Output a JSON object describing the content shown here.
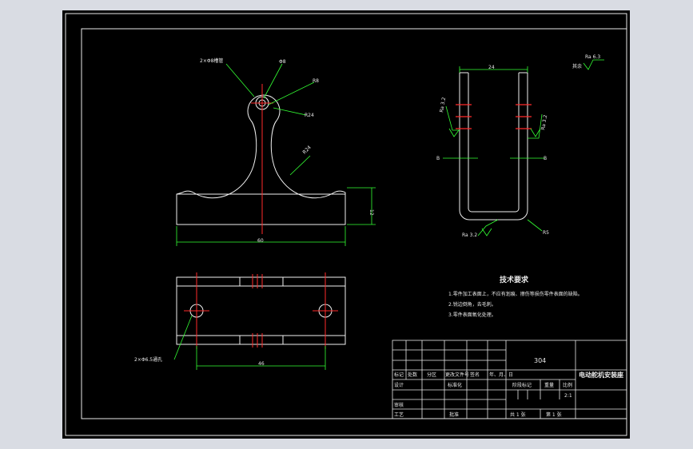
{
  "front_view": {
    "callout_slot": "2×Φ8槽管",
    "dim_hole": "Φ8",
    "dim_r_outer": "R8",
    "dim_r_circle": "R24",
    "dim_r_arc": "R24",
    "dim_width": "60",
    "dim_height": "12"
  },
  "side_view": {
    "dim_width": "24",
    "section_left": "B",
    "section_right": "B",
    "roughness_top": "Ra 3.2",
    "roughness_right": "Ra 3.2",
    "roughness_bottom": "Ra 3.2",
    "dim_bend_radius": "R5"
  },
  "top_view": {
    "callout_holes": "2×Φ6.5通孔",
    "dim_hole_spacing": "46"
  },
  "surface_note": {
    "label": "其余",
    "value": "Ra 6.3"
  },
  "tech_requirements": {
    "title": "技术要求",
    "items": [
      "1.零件加工表面上，不应有划痕、擦伤等损伤零件表面的缺陷。",
      "2.锐边倒角，去毛刺。",
      "3.零件表面氧化处理。"
    ]
  },
  "title_block": {
    "material": "304",
    "part_name": "电动舵机安装座",
    "headers": [
      "标记",
      "处数",
      "分区",
      "更改文件号",
      "签名",
      "年、月、日"
    ],
    "designer_label": "设计",
    "standardization_label": "标准化",
    "review_label": "审核",
    "process_label": "工艺",
    "approve_label": "批准",
    "stage_mark_label": "阶段标记",
    "weight_label": "重量",
    "scale_label": "比例",
    "scale_value": "2:1",
    "sheets_label": "共 1 张",
    "sheet_label": "第 1 张"
  }
}
